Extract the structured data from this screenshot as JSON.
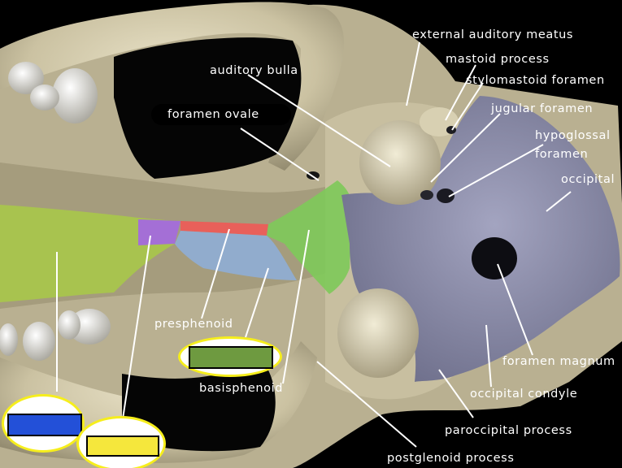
{
  "labels": {
    "external_auditory_meatus": "external auditory meatus",
    "mastoid_process": "mastoid process",
    "stylomastoid_foramen": "stylomastoid foramen",
    "jugular_foramen": "jugular foramen",
    "hypoglossal_foramen_line1": "hypoglossal",
    "hypoglossal_foramen_line2": "foramen",
    "occipital": "occipital",
    "auditory_bulla": "auditory bulla",
    "foramen_ovale": "foramen ovale",
    "presphenoid": "presphenoid",
    "basisphenoid": "basisphenoid",
    "foramen_magnum": "foramen magnum",
    "occipital_condyle": "occipital condyle",
    "paroccipital_process": "paroccipital process",
    "postglenoid_process": "postglenoid process"
  },
  "answer_swatches": {
    "blue": "#2350d8",
    "yellow": "#f5e73c",
    "green": "#6e9a40"
  },
  "region_colors": {
    "basisphenoid": "#7fc95a",
    "presphenoid": "#8faed6",
    "vomer_red": "#e8605a",
    "purple": "#a46fd6",
    "yellow_green": "#a8c84a",
    "occipital": "#8f90ad",
    "ring_outline": "#f6ee1c"
  }
}
